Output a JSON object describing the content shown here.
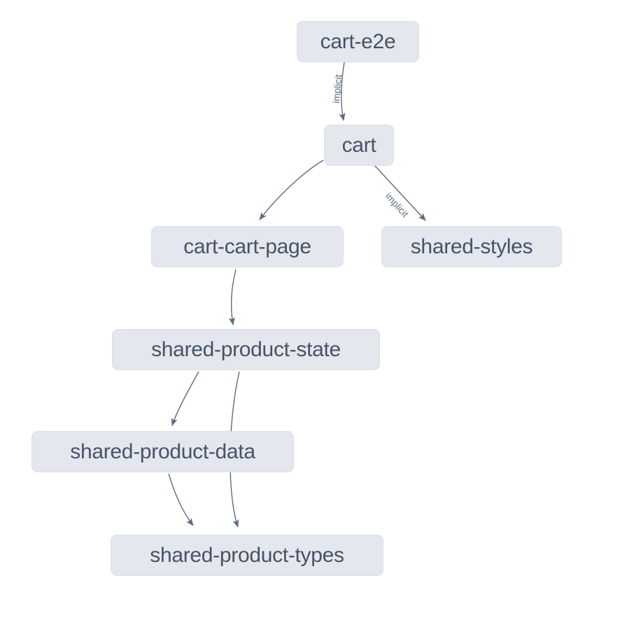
{
  "canvas": {
    "background_color": "#ffffff"
  },
  "colors": {
    "node_fill": "#e4e7ed",
    "node_border": "#dadfe7",
    "node_text": "#475366",
    "edge_stroke": "#5f6b80",
    "edge_label_text": "#5f6b80"
  },
  "graph": {
    "nodes": [
      {
        "id": "cart-e2e",
        "label": "cart-e2e"
      },
      {
        "id": "cart",
        "label": "cart"
      },
      {
        "id": "cart-cart-page",
        "label": "cart-cart-page"
      },
      {
        "id": "shared-styles",
        "label": "shared-styles"
      },
      {
        "id": "shared-product-state",
        "label": "shared-product-state"
      },
      {
        "id": "shared-product-data",
        "label": "shared-product-data"
      },
      {
        "id": "shared-product-types",
        "label": "shared-product-types"
      }
    ],
    "edges": [
      {
        "from": "cart-e2e",
        "to": "cart",
        "label": "implicit"
      },
      {
        "from": "cart",
        "to": "cart-cart-page"
      },
      {
        "from": "cart",
        "to": "shared-styles",
        "label": "implicit"
      },
      {
        "from": "cart-cart-page",
        "to": "shared-product-state"
      },
      {
        "from": "shared-product-state",
        "to": "shared-product-data"
      },
      {
        "from": "shared-product-state",
        "to": "shared-product-types"
      },
      {
        "from": "shared-product-data",
        "to": "shared-product-types"
      }
    ]
  }
}
